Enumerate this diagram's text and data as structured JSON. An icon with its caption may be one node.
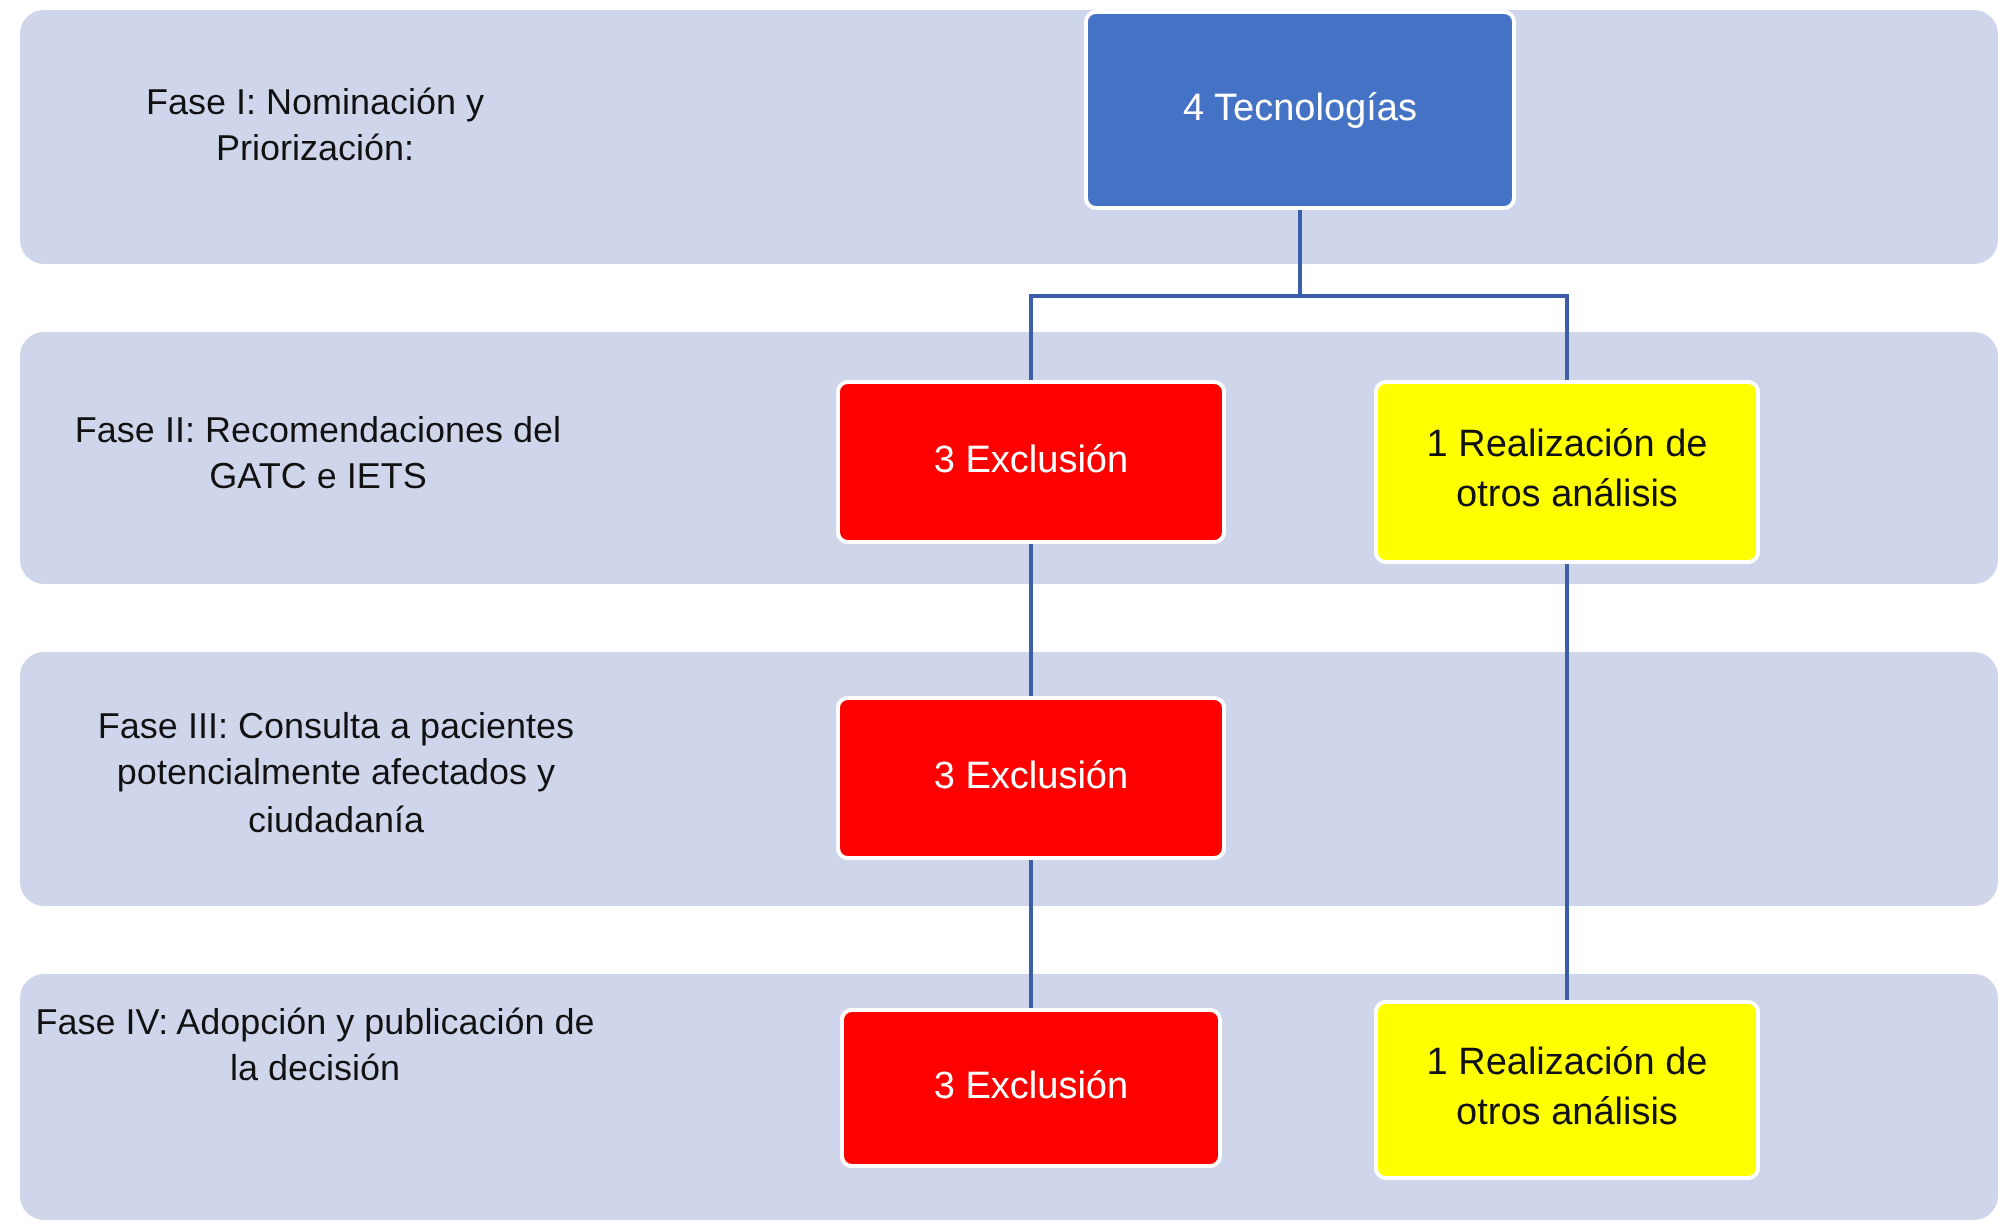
{
  "diagram": {
    "nodes": [
      {
        "text": [
          "Fase I: Nominación y Priorización:"
        ]
      },
      {
        "text": [
          "4 Tecnologías"
        ],
        "in": 0
      },
      {
        "text": [
          "Fase II: Recomendaciones del GATC e IETS"
        ]
      },
      {
        "text": [
          "3 Exclusión"
        ],
        "in": 2
      },
      {
        "text": [
          "1 Realización de otros análisis"
        ],
        "in": 2
      },
      {
        "text": [
          "Fase III: Consulta a pacientes potencialmente afectados y ciudadanía"
        ]
      },
      {
        "text": [
          "3 Exclusión"
        ],
        "in": 5
      },
      {
        "text": [
          "Fase IV: Adopción y publicación de la decisión"
        ]
      },
      {
        "text": [
          "3 Exclusión"
        ],
        "in": 7
      },
      {
        "text": [
          "1 Realización de otros análisis"
        ],
        "in": 7
      }
    ],
    "edges": [
      {
        "from": 1,
        "to": 3,
        "arrow": "none"
      },
      {
        "from": 1,
        "to": 4,
        "arrow": "none"
      },
      {
        "from": 3,
        "to": 6,
        "arrow": "none"
      },
      {
        "from": 6,
        "to": 8,
        "arrow": "none"
      },
      {
        "from": 4,
        "to": 9,
        "arrow": "none"
      }
    ]
  }
}
